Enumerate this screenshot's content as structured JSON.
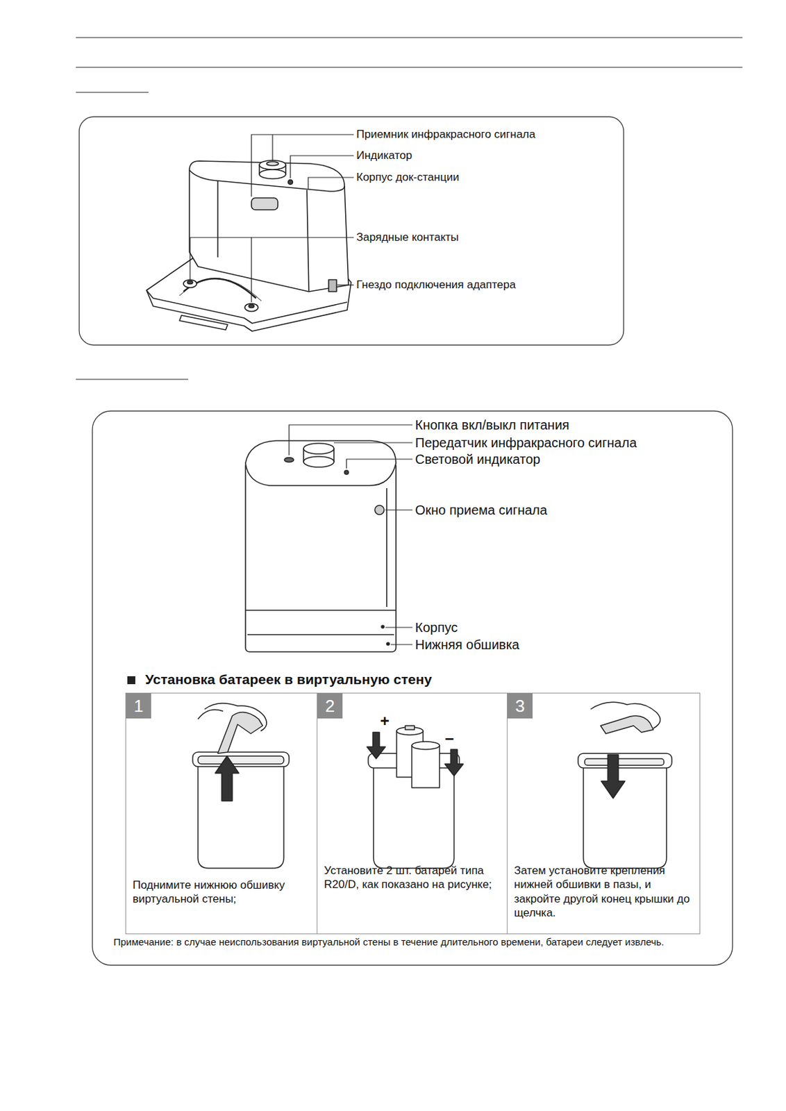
{
  "diagram": {
    "title": "Установка батареек в виртуальную стену",
    "nodes": [
      {
        "text": [
          "Поднимите нижнюю обшивку виртуальной стены;"
        ]
      },
      {
        "text": [
          "1"
        ],
        "in": 0
      },
      {
        "text": [
          "Установите 2 шт. батарей типа R20/D, как показано на рисунке;"
        ]
      },
      {
        "text": [
          "2"
        ],
        "in": 2
      },
      {
        "text": [
          "Затем установите крепления нижней обшивки в пазы, и закройте другой конец крышки до щелчка."
        ]
      },
      {
        "text": [
          "3"
        ],
        "in": 4
      }
    ],
    "edges": [],
    "labels": [
      "Приемник инфракрасного сигнала",
      "Индикатор",
      "Корпус док-станции",
      "Зарядные контакты",
      "Гнездо подключения адаптера",
      "Кнопка вкл/выкл питания",
      "Передатчик инфракрасного сигнала",
      "Световой индикатор",
      "Окно приема сигнала",
      "Корпус",
      "Нижняя обшивка",
      "+",
      "−",
      "Примечание: в случае неиспользования виртуальной стены в течение длительного времени, батареи следует извлечь."
    ]
  }
}
